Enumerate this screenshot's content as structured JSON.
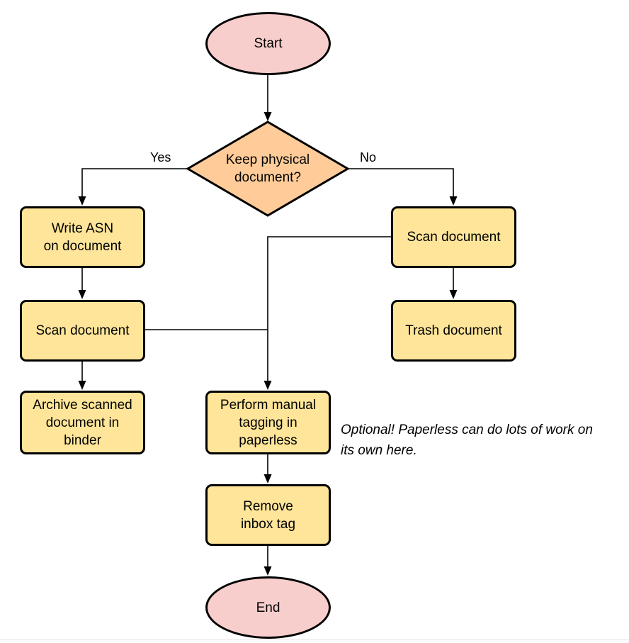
{
  "colors": {
    "process_fill": "#ffe599",
    "decision_fill": "#ffcc99",
    "terminal_fill": "#f8cecc",
    "stroke": "#000000",
    "text": "#000000"
  },
  "nodes": {
    "start": {
      "label": "Start"
    },
    "decision": {
      "label": "Keep physical\ndocument?"
    },
    "write_asn": {
      "label": "Write ASN\non document"
    },
    "scan_left": {
      "label": "Scan document"
    },
    "archive": {
      "label": "Archive scanned\ndocument in\nbinder"
    },
    "scan_right": {
      "label": "Scan document"
    },
    "trash": {
      "label": "Trash document"
    },
    "tagging": {
      "label": "Perform manual\ntagging in\npaperless"
    },
    "remove_inbox": {
      "label": "Remove\ninbox tag"
    },
    "end": {
      "label": "End"
    }
  },
  "edge_labels": {
    "yes": "Yes",
    "no": "No"
  },
  "note": {
    "text": "Optional! Paperless can do lots of work on\nits own here."
  }
}
